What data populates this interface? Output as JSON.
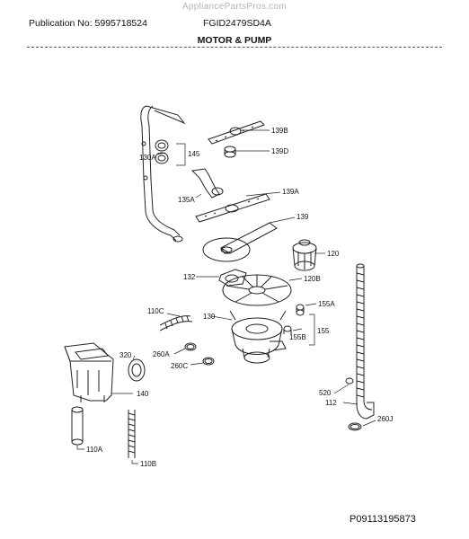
{
  "header": {
    "watermark": "AppliancePartsPros.com",
    "publication": "Publication No: 5995718524",
    "model": "FGID2479SD4A",
    "title": "MOTOR & PUMP"
  },
  "footer": {
    "doc_number": "P09113195873"
  },
  "callouts": {
    "c139B": "139B",
    "c139D": "139D",
    "c145": "145",
    "c130A": "130A",
    "c135A": "135A",
    "c139A": "139A",
    "c139": "139",
    "c120": "120",
    "c132": "132",
    "c120B": "120B",
    "c110C": "110C",
    "c130": "130",
    "c155A": "155A",
    "c155B": "155B",
    "c155": "155",
    "c320": "320",
    "c260A": "260A",
    "c260C": "260C",
    "c140": "140",
    "c520": "520",
    "c112": "112",
    "c260J": "260J",
    "c110A": "110A",
    "c110B": "110B"
  }
}
